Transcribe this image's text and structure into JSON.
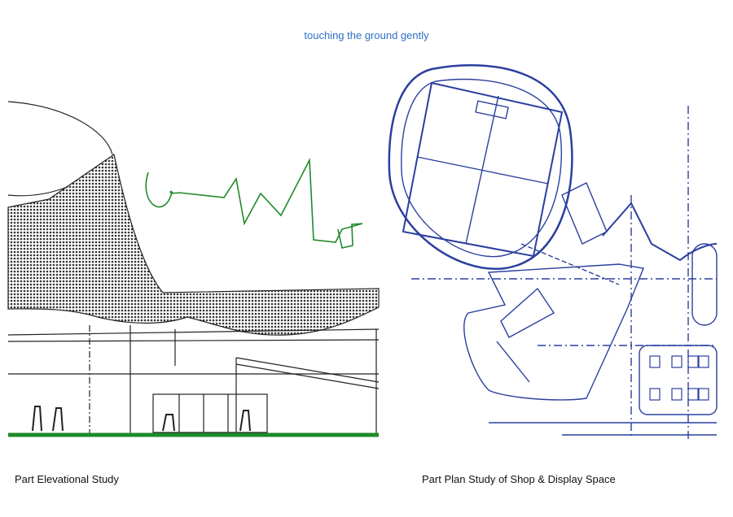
{
  "title": "touching the ground gently",
  "captions": {
    "left": "Part Elevational Study",
    "right": "Part Plan Study of Shop & Display Space"
  },
  "colors": {
    "title": "#2f6fc4",
    "plan_lines": "#2b3f9e",
    "elevation_lines": "#222222",
    "green_line": "#1f8a2a"
  }
}
